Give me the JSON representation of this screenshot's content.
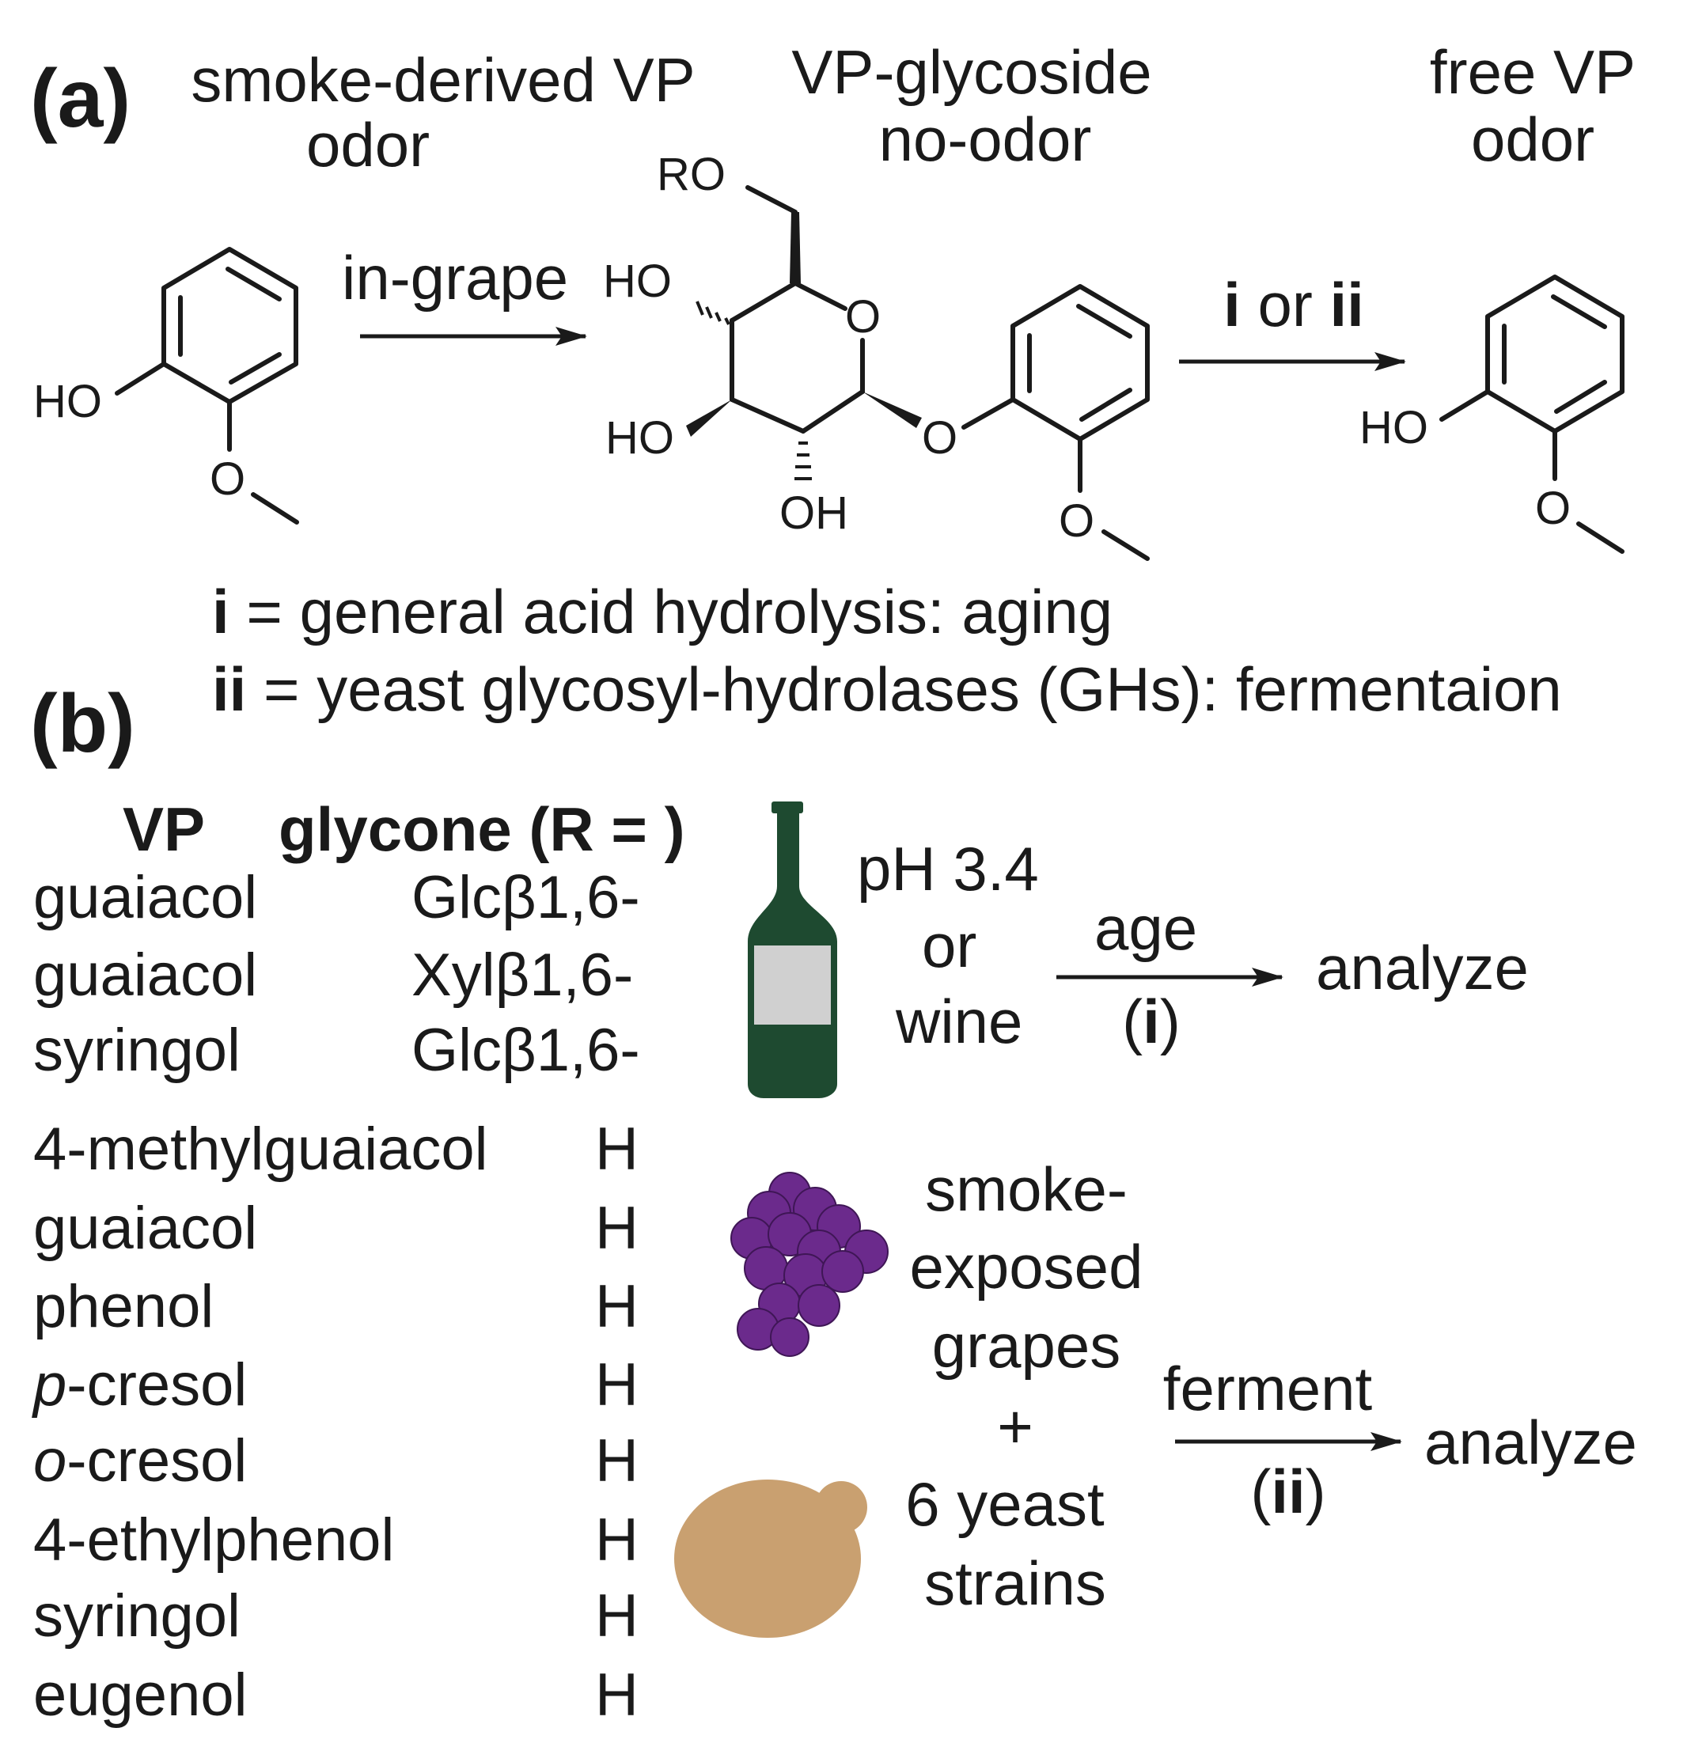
{
  "panel_a": {
    "panel_label": "(a)",
    "col1_line1": "smoke-derived VP",
    "col1_line2": "odor",
    "col2_line1": "VP-glycoside",
    "col2_line2": "no-odor",
    "col3_line1": "free VP",
    "col3_line2": "odor",
    "arrow1_label": "in-grape",
    "arrow2_label_i": "i",
    "arrow2_label_or": " or ",
    "arrow2_label_ii": "ii",
    "atom_HO": "HO",
    "atom_O": "O",
    "atom_RO": "RO",
    "atom_OH": "OH",
    "legend_i_key": "i",
    "legend_i_text": " = general acid hydrolysis: aging",
    "legend_ii_key": "ii",
    "legend_ii_text": " = yeast glycosyl-hydrolases (GHs): fermentaion"
  },
  "panel_b": {
    "panel_label": "(b)",
    "header_vp": "VP",
    "header_glycone": "glycone (R = )",
    "rows": [
      {
        "vp": "guaiacol",
        "glycone": "Glcβ1,6-"
      },
      {
        "vp": "guaiacol",
        "glycone": "Xylβ1,6-"
      },
      {
        "vp": "syringol",
        "glycone": "Glcβ1,6-"
      },
      {
        "vp": "4-methylguaiacol",
        "glycone": "H"
      },
      {
        "vp": "guaiacol",
        "glycone": "H"
      },
      {
        "vp": "phenol",
        "glycone": "H"
      },
      {
        "vp_prefix": "p",
        "vp": "-cresol",
        "glycone": "H"
      },
      {
        "vp_prefix": "o",
        "vp": "-cresol",
        "glycone": "H"
      },
      {
        "vp": "4-ethylphenol",
        "glycone": "H"
      },
      {
        "vp": "syringol",
        "glycone": "H"
      },
      {
        "vp": "eugenol",
        "glycone": "H"
      }
    ],
    "aging": {
      "cond_line1": "pH 3.4",
      "cond_line2": "or",
      "cond_line3": "wine",
      "arrow_label": "age",
      "arrow_sub": "(i)",
      "arrow_sub_key": "i",
      "result": "analyze"
    },
    "ferment": {
      "line1": "smoke-",
      "line2": "exposed",
      "line3": "grapes",
      "line4": "+",
      "line5": "6 yeast",
      "line6": "strains",
      "arrow_label": "ferment",
      "arrow_sub_key": "ii",
      "result": "analyze"
    }
  },
  "colors": {
    "bottle": "#1e4a30",
    "bottle_label": "#d0d0d0",
    "grape": "#6b2a8c",
    "yeast": "#c9a070",
    "ink": "#1a1a1a"
  },
  "icons": [
    "wine-bottle-icon",
    "grape-cluster-icon",
    "yeast-cell-icon"
  ]
}
